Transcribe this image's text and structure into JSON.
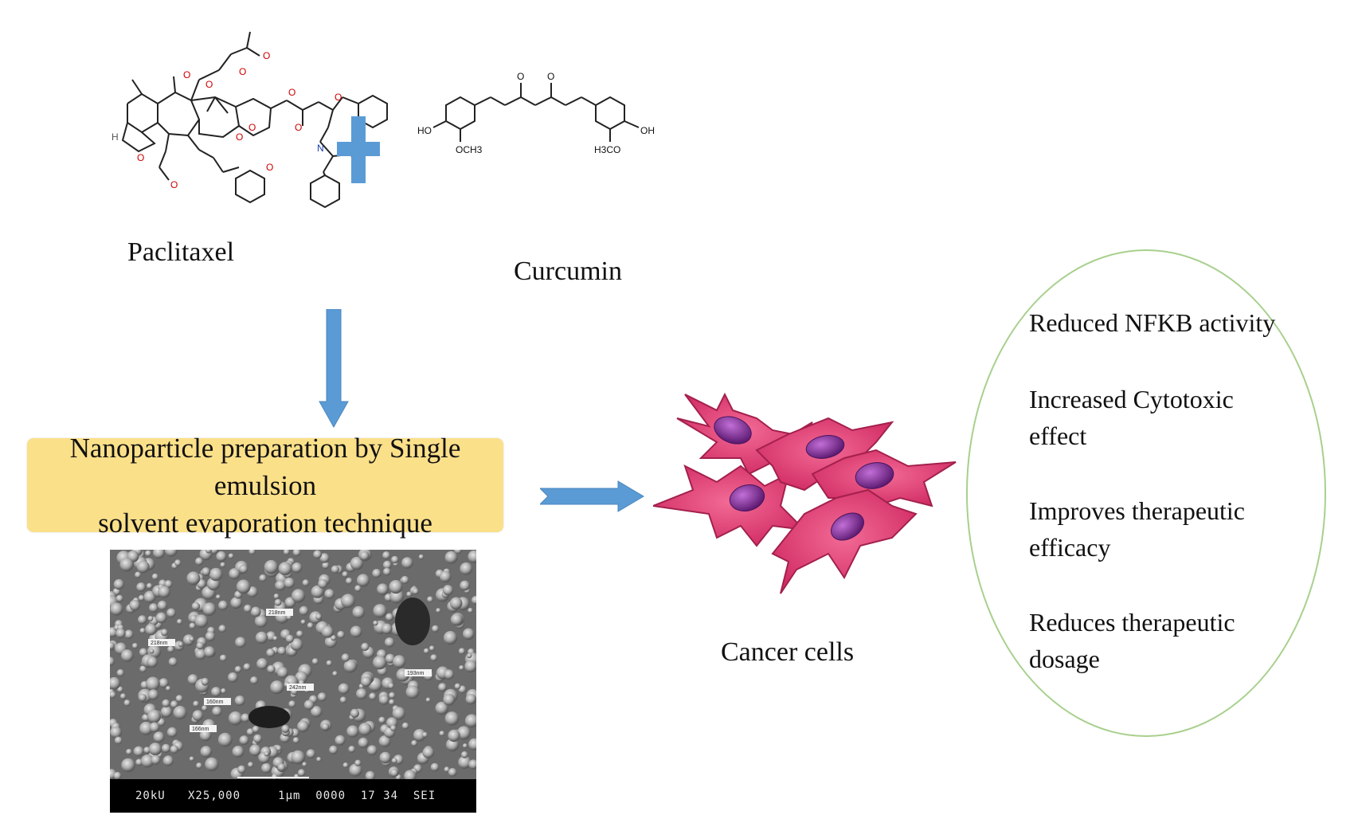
{
  "compounds": {
    "paclitaxel": "Paclitaxel",
    "curcumin": "Curcumin"
  },
  "curcumin_structure_labels": {
    "left_hydroxyl": "HO",
    "left_methoxy": "OCH3",
    "right_hydroxyl": "OH",
    "right_methoxy": "H3CO",
    "carbonyl_oxygen": "O"
  },
  "paclitaxel_structure_labels": {
    "oxygen": "O",
    "nitrogen": "N",
    "hydrogen": "H"
  },
  "process": {
    "line1": "Nanoparticle preparation by Single  emulsion",
    "line2": "solvent evaporation technique"
  },
  "sem_image": {
    "footer": "20kU   X25,000     1μm  0000  17 34  SEI",
    "particle_labels": [
      "218nm",
      "218nm",
      "193nm",
      "242nm",
      "160nm",
      "166nm"
    ]
  },
  "cells": {
    "label": "Cancer cells"
  },
  "effects": [
    {
      "line1": "Reduced  NFKB activity",
      "line2": ""
    },
    {
      "line1": "Increased  Cytotoxic",
      "line2": "effect"
    },
    {
      "line1": "Improves  therapeutic",
      "line2": "efficacy"
    },
    {
      "line1": "Reduces  therapeutic",
      "line2": "dosage"
    }
  ],
  "colors": {
    "arrow": "#5b9bd5",
    "plus": "#5b9bd5",
    "box": "#fbe08a",
    "oval_border": "#a8d08d",
    "cell_body": "#e8437a",
    "nucleus": "#7b2a8f"
  }
}
